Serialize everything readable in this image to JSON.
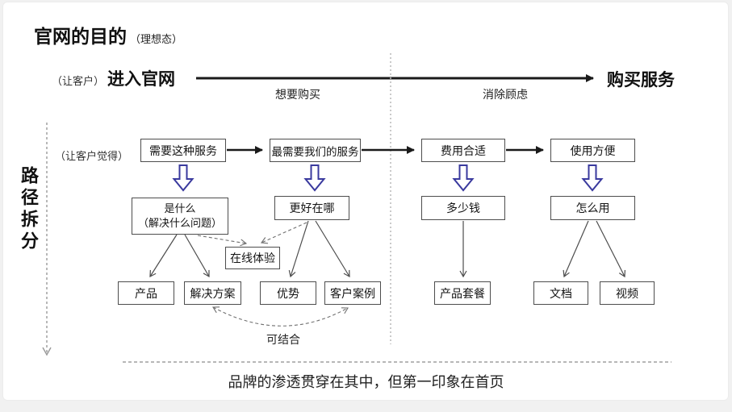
{
  "page": {
    "title": "官网的目的",
    "title_sub": "（理想态）"
  },
  "flow": {
    "prefix": "（让客户）",
    "entry": "进入官网",
    "stage1": "想要购买",
    "stage2": "消除顾虑",
    "goal": "购买服务"
  },
  "axis": {
    "hint": "（让客户觉得）",
    "label": "路径拆分"
  },
  "row1": [
    {
      "label": "需要这种服务"
    },
    {
      "label": "最需要我们的服务"
    },
    {
      "label": "费用合适"
    },
    {
      "label": "使用方便"
    }
  ],
  "row2": [
    {
      "label": "是什么",
      "sublabel": "（解决什么问题）"
    },
    {
      "label": "更好在哪"
    },
    {
      "label": "多少钱"
    },
    {
      "label": "怎么用"
    }
  ],
  "mid": {
    "online": "在线体验"
  },
  "row3": [
    {
      "label": "产品"
    },
    {
      "label": "解决方案"
    },
    {
      "label": "优势"
    },
    {
      "label": "客户案例"
    },
    {
      "label": "产品套餐"
    },
    {
      "label": "文档"
    },
    {
      "label": "视频"
    }
  ],
  "notes": {
    "combine": "可结合",
    "bottom": "品牌的渗透贯穿在其中，但第一印象在首页"
  },
  "colors": {
    "accent_blue": "#3a3a9e",
    "line_dark": "#1a1a1a",
    "box_border": "#4d4d4d",
    "dashed_gray": "#8c8c8c"
  }
}
